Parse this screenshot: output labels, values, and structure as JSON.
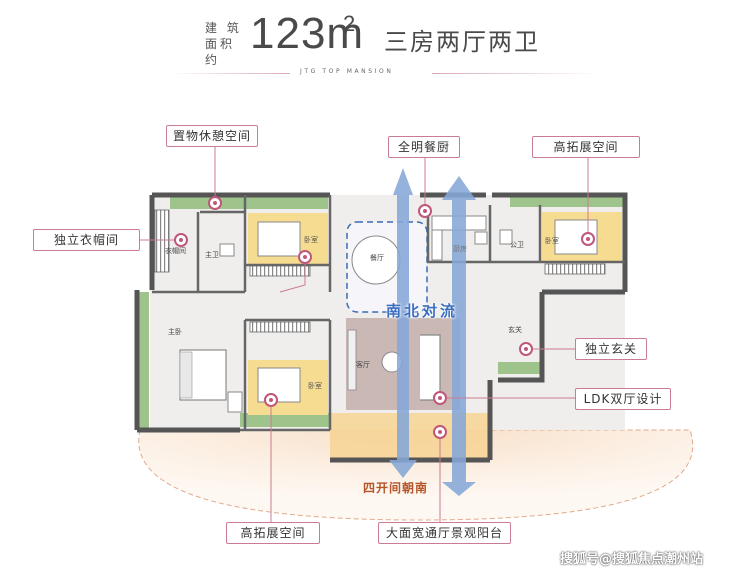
{
  "header": {
    "area_label_line1": "建 筑",
    "area_label_line2": "面积约",
    "area_value": "123m",
    "area_unit_sup": "2",
    "layout_type": "三房两厅两卫",
    "brand_line": "JTG TOP MANSION"
  },
  "callouts": {
    "storage_rest": "置物休憩空间",
    "open_dining": "全明餐厨",
    "extend_top": "高拓展空间",
    "cloakroom": "独立衣帽间",
    "entrance": "独立玄关",
    "ldk": "LDK双厅设计",
    "extend_bottom": "高拓展空间",
    "balcony": "大面宽通厅景观阳台"
  },
  "plan": {
    "room_bedroom_1": "卧室",
    "room_bedroom_2": "卧室",
    "room_bedroom_3": "卧室",
    "room_master": "主卧",
    "room_master_bath": "主卫",
    "room_public_bath": "公卫",
    "room_dining": "餐厅",
    "room_living": "客厅",
    "room_kitchen": "厨房",
    "room_foyer": "玄关",
    "room_cloak": "衣帽间",
    "airflow_label": "南北对流",
    "south_label": "四开间朝南"
  },
  "watermark": "搜狐号@搜狐焦点潮州站",
  "colors": {
    "accent": "#c0577a",
    "arrow": "#7fa6d6",
    "wall": "#555555",
    "highlight": "#f5d98a",
    "greenery": "#8cbb7a",
    "arc": "#f0c9a2"
  }
}
